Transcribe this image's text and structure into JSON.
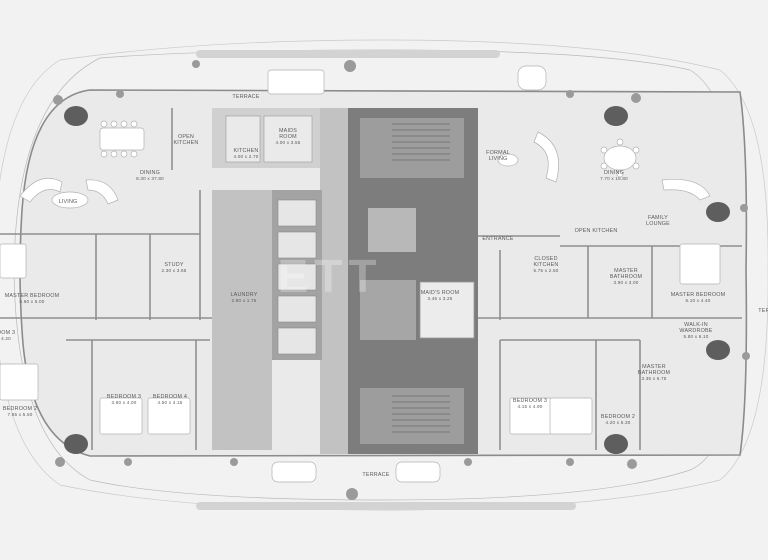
{
  "plan": {
    "watermark": "ETT",
    "rooms": [
      {
        "id": "terrace-top",
        "name": "TERRACE",
        "dims": ""
      },
      {
        "id": "terrace-bottom",
        "name": "TERRACE",
        "dims": ""
      },
      {
        "id": "terrace-right",
        "name": "TER",
        "dims": ""
      },
      {
        "id": "open-kitchen-left",
        "name": "OPEN\nKITCHEN",
        "dims": ""
      },
      {
        "id": "kitchen-left",
        "name": "KITCHEN",
        "dims": "4.00 x 2.70"
      },
      {
        "id": "maids-room-left",
        "name": "MAIDS\nROOM",
        "dims": "4.00 x 3.55"
      },
      {
        "id": "dining-left",
        "name": "DINING",
        "dims": "8.30 x 37.80"
      },
      {
        "id": "living-left",
        "name": "LIVING",
        "dims": ""
      },
      {
        "id": "study",
        "name": "STUDY",
        "dims": "2.30 x 3.65"
      },
      {
        "id": "laundry",
        "name": "LAUNDRY",
        "dims": "2.80 x 1.75"
      },
      {
        "id": "master-bedroom-left",
        "name": "MASTER BEDROOM",
        "dims": "6.60 x 5.00"
      },
      {
        "id": "bedroom-3-left",
        "name": "BEDROOM 3",
        "dims": "3.60 x 4.00"
      },
      {
        "id": "bedroom-4",
        "name": "BEDROOM 4",
        "dims": "4.50 x 4.15"
      },
      {
        "id": "bedroom-2-left",
        "name": "BEDROOM 2",
        "dims": "7.65 x 5.50"
      },
      {
        "id": "room-left-edge",
        "name": "OOM 3",
        "dims": "4.20"
      },
      {
        "id": "formal-living",
        "name": "FORMAL\nLIVING",
        "dims": ""
      },
      {
        "id": "dining-right",
        "name": "DINING",
        "dims": "7.70 x 16.80"
      },
      {
        "id": "family-lounge",
        "name": "FAMILY\nLOUNGE",
        "dims": ""
      },
      {
        "id": "open-kitchen-right",
        "name": "OPEN KITCHEN",
        "dims": ""
      },
      {
        "id": "entrance",
        "name": "ENTRANCE",
        "dims": ""
      },
      {
        "id": "closed-kitchen",
        "name": "CLOSED\nKITCHEN",
        "dims": "5.75 x 2.50"
      },
      {
        "id": "master-bathroom-right",
        "name": "MASTER\nBATHROOM",
        "dims": "3.90 x 3.00"
      },
      {
        "id": "master-bedroom-right",
        "name": "MASTER BEDROOM",
        "dims": "6.10 x 4.40"
      },
      {
        "id": "maids-room-right",
        "name": "MAID'S ROOM",
        "dims": "3.45 x 3.25"
      },
      {
        "id": "walk-in-wardrobe",
        "name": "WALK-IN\nWARDROBE",
        "dims": "5.80 x 6.10"
      },
      {
        "id": "master-bathroom-lower",
        "name": "MASTER\nBATHROOM",
        "dims": "3.35 x 6.75"
      },
      {
        "id": "bedroom-3-right",
        "name": "BEDROOM 3",
        "dims": "4.15 x 4.90"
      },
      {
        "id": "bedroom-2-right",
        "name": "BEDROOM 2",
        "dims": "4.20 x 5.30"
      }
    ]
  }
}
